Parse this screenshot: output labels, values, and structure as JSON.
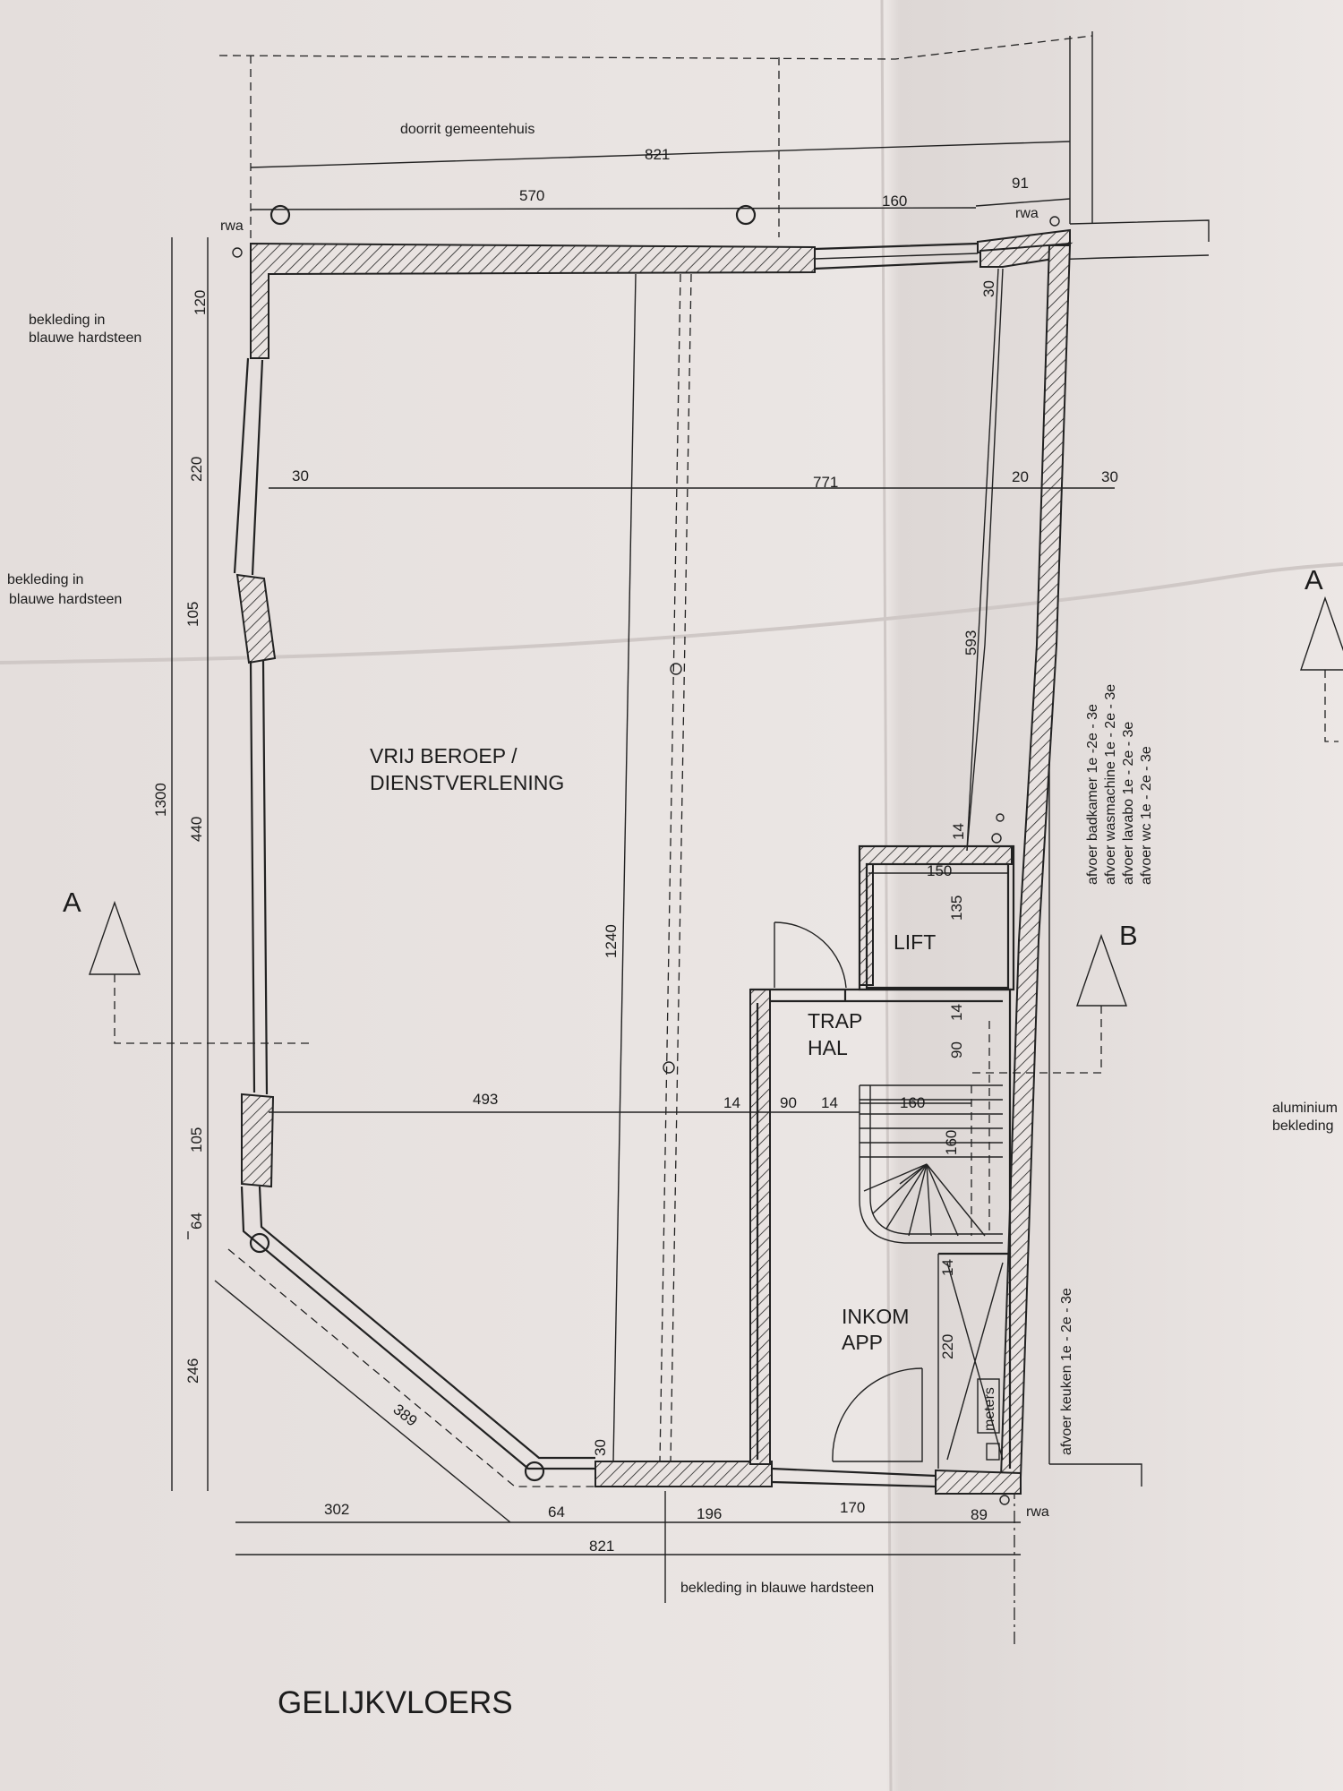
{
  "plan": {
    "title": "GELIJKVLOERS",
    "top_note": "doorrit gemeentehuis",
    "bottom_note": "bekleding in blauwe hardsteen",
    "rooms": {
      "main_line1": "VRIJ BEROEP /",
      "main_line2": "DIENSTVERLENING",
      "lift": "LIFT",
      "trap_line1": "TRAP",
      "trap_line2": "HAL",
      "inkom_line1": "INKOM",
      "inkom_line2": "APP"
    },
    "labels": {
      "rwa_top_left": "rwa",
      "rwa_top_right": "rwa",
      "rwa_bottom": "rwa",
      "bekleding_1_line1": "bekleding in",
      "bekleding_1_line2": "blauwe hardsteen",
      "bekleding_2_line1": "bekleding in",
      "bekleding_2_line2": "blauwe hardsteen",
      "aluminium_line1": "aluminium",
      "aluminium_line2": "bekleding",
      "meters": "meters",
      "afvoer_badkamer": "afvoer badkamer  1e -2e - 3e",
      "afvoer_wasmachine": "afvoer wasmachine  1e - 2e - 3e",
      "afvoer_lavabo": "afvoer lavabo  1e - 2e - 3e",
      "afvoer_wc": "afvoer wc  1e - 2e - 3e",
      "afvoer_keuken": "afvoer keuken  1e - 2e - 3e"
    },
    "section_marks": {
      "a_left": "A",
      "a_right": "A",
      "b_right": "B"
    },
    "dimensions": {
      "top_total": "821",
      "top_570": "570",
      "top_160": "160",
      "top_91": "91",
      "right_30_top": "30",
      "left_30": "30",
      "mid_771": "771",
      "mid_20": "20",
      "mid_30_right": "30",
      "v_593": "593",
      "v_14_upper": "14",
      "v_1240": "1240",
      "lift_150": "150",
      "lift_135": "135",
      "lift_14": "14",
      "trap_90_v": "90",
      "row_493": "493",
      "row_14_a": "14",
      "row_90": "90",
      "row_14_b": "14",
      "stair_160_h": "160",
      "stair_160_v": "160",
      "inkom_14": "14",
      "inkom_220": "220",
      "left_1300": "1300",
      "left_120": "120",
      "left_220": "220",
      "left_105_a": "105",
      "left_440": "440",
      "left_105_b": "105",
      "left_64": "64",
      "left_246": "246",
      "diag_389": "389",
      "bottom_30": "30",
      "bottom_302": "302",
      "bottom_64": "64",
      "bottom_196": "196",
      "bottom_170": "170",
      "bottom_89": "89",
      "bottom_total": "821"
    }
  }
}
